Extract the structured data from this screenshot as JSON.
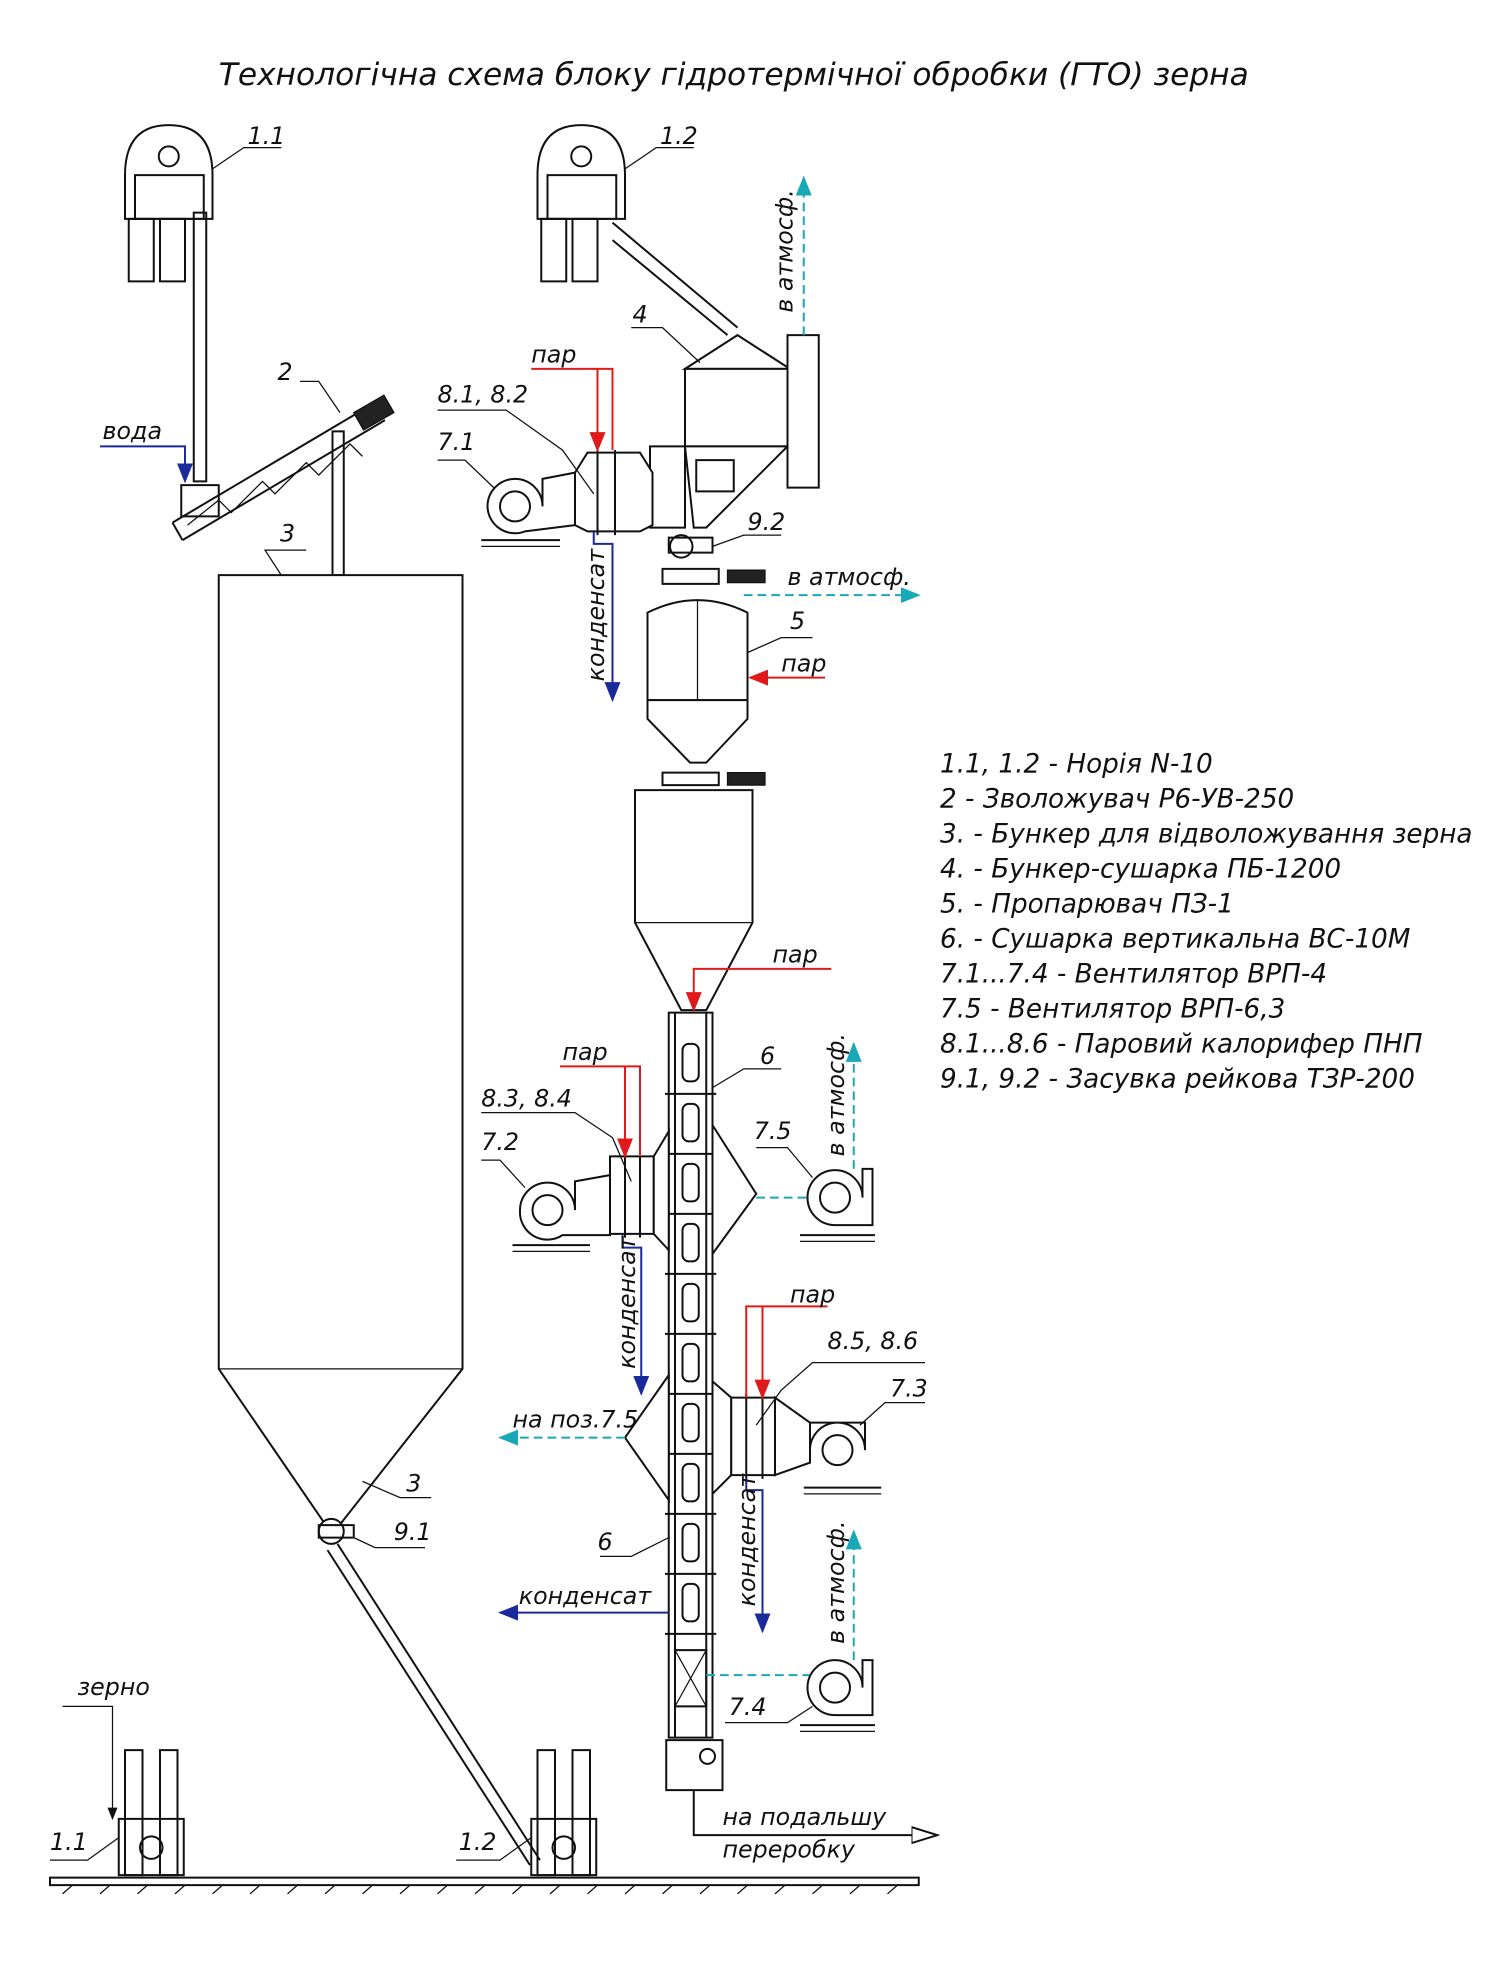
{
  "title": "Технологічна схема блоку гідротермічної обробки (ГТО) зерна",
  "labels": {
    "l11_top": "1.1",
    "l12_top": "1.2",
    "l2": "2",
    "l3_top": "3",
    "l3_bot": "3",
    "l4": "4",
    "l5": "5",
    "l6_top": "6",
    "l6_bot": "6",
    "l71": "7.1",
    "l72": "7.2",
    "l73": "7.3",
    "l74": "7.4",
    "l75": "7.5",
    "l8182": "8.1, 8.2",
    "l8384": "8.3, 8.4",
    "l8586": "8.5, 8.6",
    "l91": "9.1",
    "l92": "9.2",
    "l11_bot": "1.1",
    "l12_bot": "1.2"
  },
  "flows": {
    "water": "вода",
    "steam1": "пар",
    "steam2": "пар",
    "steam3": "пар",
    "steam4": "пар",
    "steam5": "пар",
    "atm1": "в атмосф.",
    "atm2": "в атмосф.",
    "atm3": "в атмосф.",
    "atm4": "в атмосф.",
    "cond1": "конденсат",
    "cond2": "конденсат",
    "cond3": "конденсат",
    "cond4": "конденсат",
    "to75": "на поз.7.5",
    "grain": "зерно",
    "out1": "на подальшу",
    "out2": "переробку"
  },
  "legend": [
    "1.1, 1.2 - Норія N-10",
    "2 - Зволожувач Р6-УВ-250",
    "3. - Бункер для відволожування зерна",
    "4. - Бункер-сушарка ПБ-1200",
    "5. - Пропарювач ПЗ-1",
    "6. - Сушарка вертикальна ВС-10М",
    "7.1...7.4 - Вентилятор ВРП-4",
    "7.5 - Вентилятор ВРП-6,3",
    "8.1...8.6 - Паровий калорифер ПНП",
    "9.1, 9.2 - Засувка рейкова ТЗР-200"
  ],
  "colors": {
    "steam": "#e01a1a",
    "water": "#1a2a9a",
    "air": "#18a8b8"
  }
}
